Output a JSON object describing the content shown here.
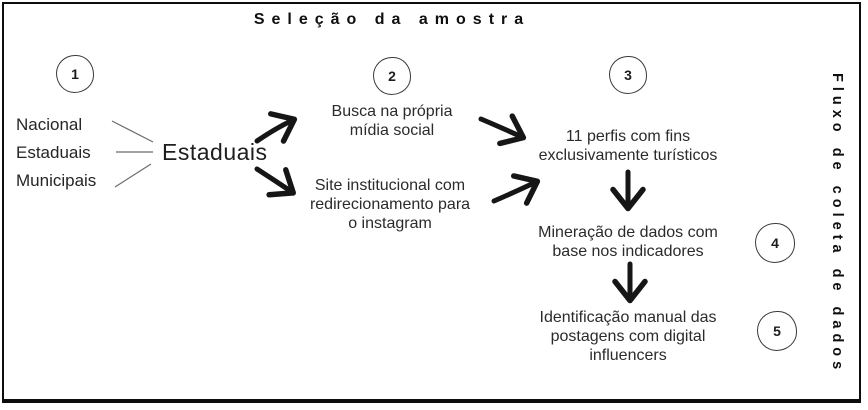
{
  "title": "Seleção da amostra",
  "side_label": "Fluxo de coleta de dados",
  "badges": [
    "1",
    "2",
    "3",
    "4",
    "5"
  ],
  "levels": {
    "options": [
      "Nacional",
      "Estaduais",
      "Municipais"
    ],
    "selected": "Estaduais"
  },
  "nodes": {
    "search_social": "Busca na própria\nmídia social",
    "institutional_site": "Site institucional com\nredirecionamento para\no instagram",
    "profiles": "11 perfis com fins\nexclusivamente turísticos",
    "mining": "Mineração de dados com\nbase nos indicadores",
    "identification": "Identificação manual das\npostagens com digital\ninfluencers"
  },
  "colors": {
    "ink": "#161616",
    "thin_line": "#6b6b6b",
    "background": "#ffffff"
  }
}
